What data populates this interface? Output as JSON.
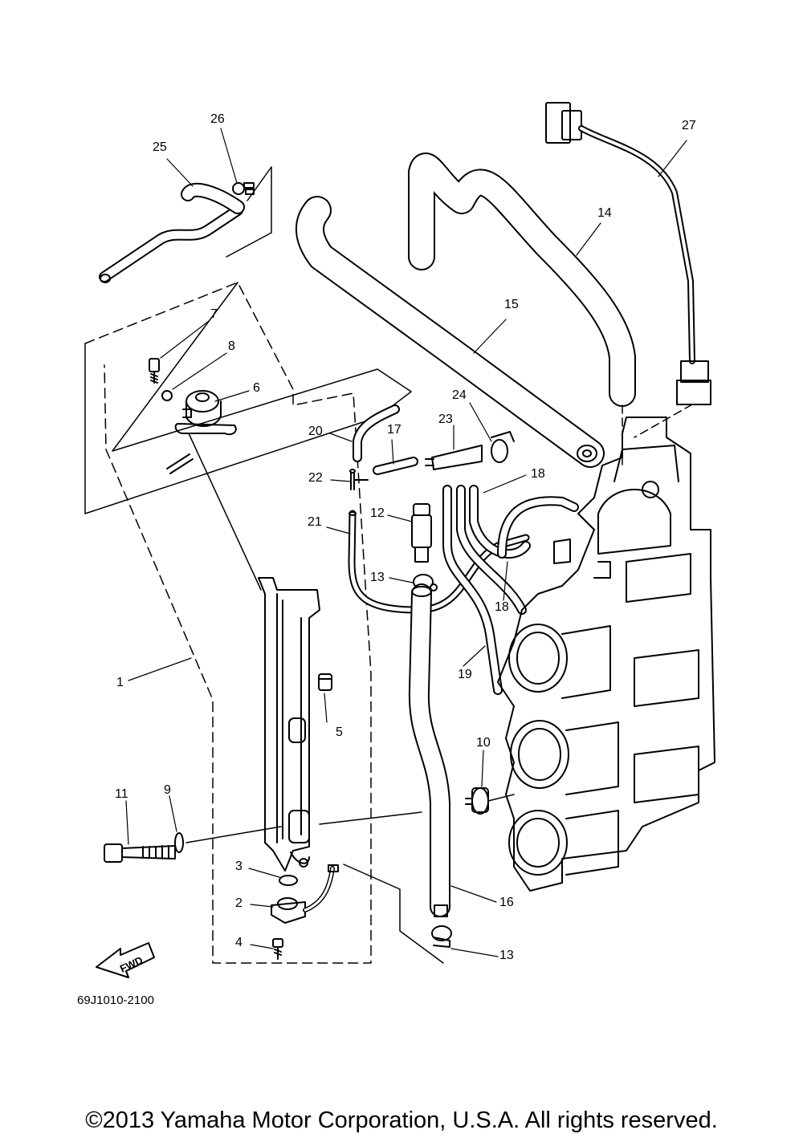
{
  "parts": [
    {
      "id": "1",
      "label": "1"
    },
    {
      "id": "2",
      "label": "2"
    },
    {
      "id": "3",
      "label": "3"
    },
    {
      "id": "4",
      "label": "4"
    },
    {
      "id": "5",
      "label": "5"
    },
    {
      "id": "6",
      "label": "6"
    },
    {
      "id": "7",
      "label": "7"
    },
    {
      "id": "8",
      "label": "8"
    },
    {
      "id": "9",
      "label": "9"
    },
    {
      "id": "10",
      "label": "10"
    },
    {
      "id": "11",
      "label": "11"
    },
    {
      "id": "12",
      "label": "12"
    },
    {
      "id": "13a",
      "label": "13"
    },
    {
      "id": "13b",
      "label": "13"
    },
    {
      "id": "14",
      "label": "14"
    },
    {
      "id": "15",
      "label": "15"
    },
    {
      "id": "16",
      "label": "16"
    },
    {
      "id": "17",
      "label": "17"
    },
    {
      "id": "18a",
      "label": "18"
    },
    {
      "id": "18b",
      "label": "18"
    },
    {
      "id": "19",
      "label": "19"
    },
    {
      "id": "20",
      "label": "20"
    },
    {
      "id": "21",
      "label": "21"
    },
    {
      "id": "22",
      "label": "22"
    },
    {
      "id": "23",
      "label": "23"
    },
    {
      "id": "24",
      "label": "24"
    },
    {
      "id": "25",
      "label": "25"
    },
    {
      "id": "26",
      "label": "26"
    },
    {
      "id": "27",
      "label": "27"
    }
  ],
  "fwd_arrow": {
    "text": "FWD"
  },
  "drawing_id": "69J1010-2100",
  "copyright": "©2013 Yamaha Motor Corporation, U.S.A. All rights reserved."
}
